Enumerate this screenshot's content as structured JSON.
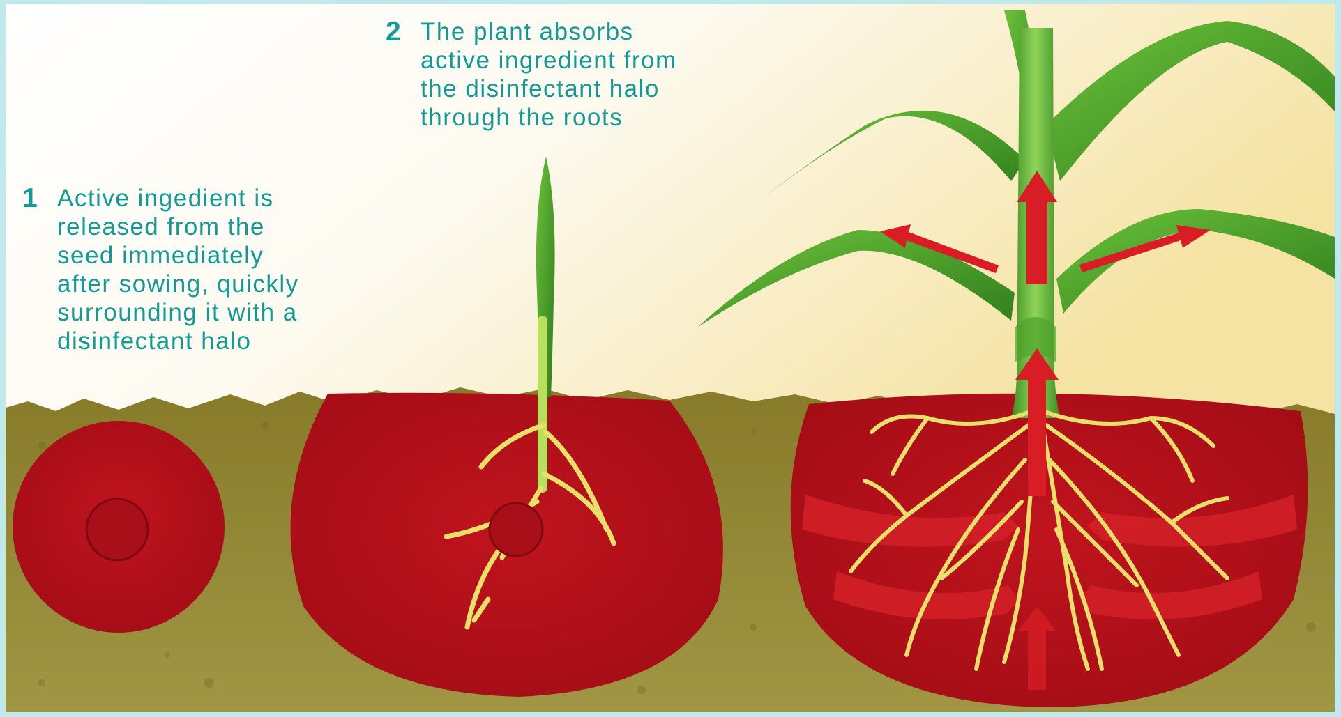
{
  "callouts": [
    {
      "number": "1",
      "lines": [
        "Active ingedient is",
        "released from the",
        "seed immediately",
        "after sowing, quickly",
        "surrounding it with a",
        "disinfectant halo"
      ]
    },
    {
      "number": "2",
      "lines": [
        "The plant absorbs",
        "active ingredient from",
        "the disinfectant halo",
        "through the roots"
      ]
    }
  ],
  "colors": {
    "frame": "#bfe9ea",
    "sky_top": "#ffffff",
    "sky_right": "#f7e9b2",
    "soil": "#8a7f2c",
    "halo": "#b3101a",
    "arrow": "#d81e24",
    "leaf": "#3f9a26",
    "root": "#e8e06a",
    "text": "#129a94"
  }
}
